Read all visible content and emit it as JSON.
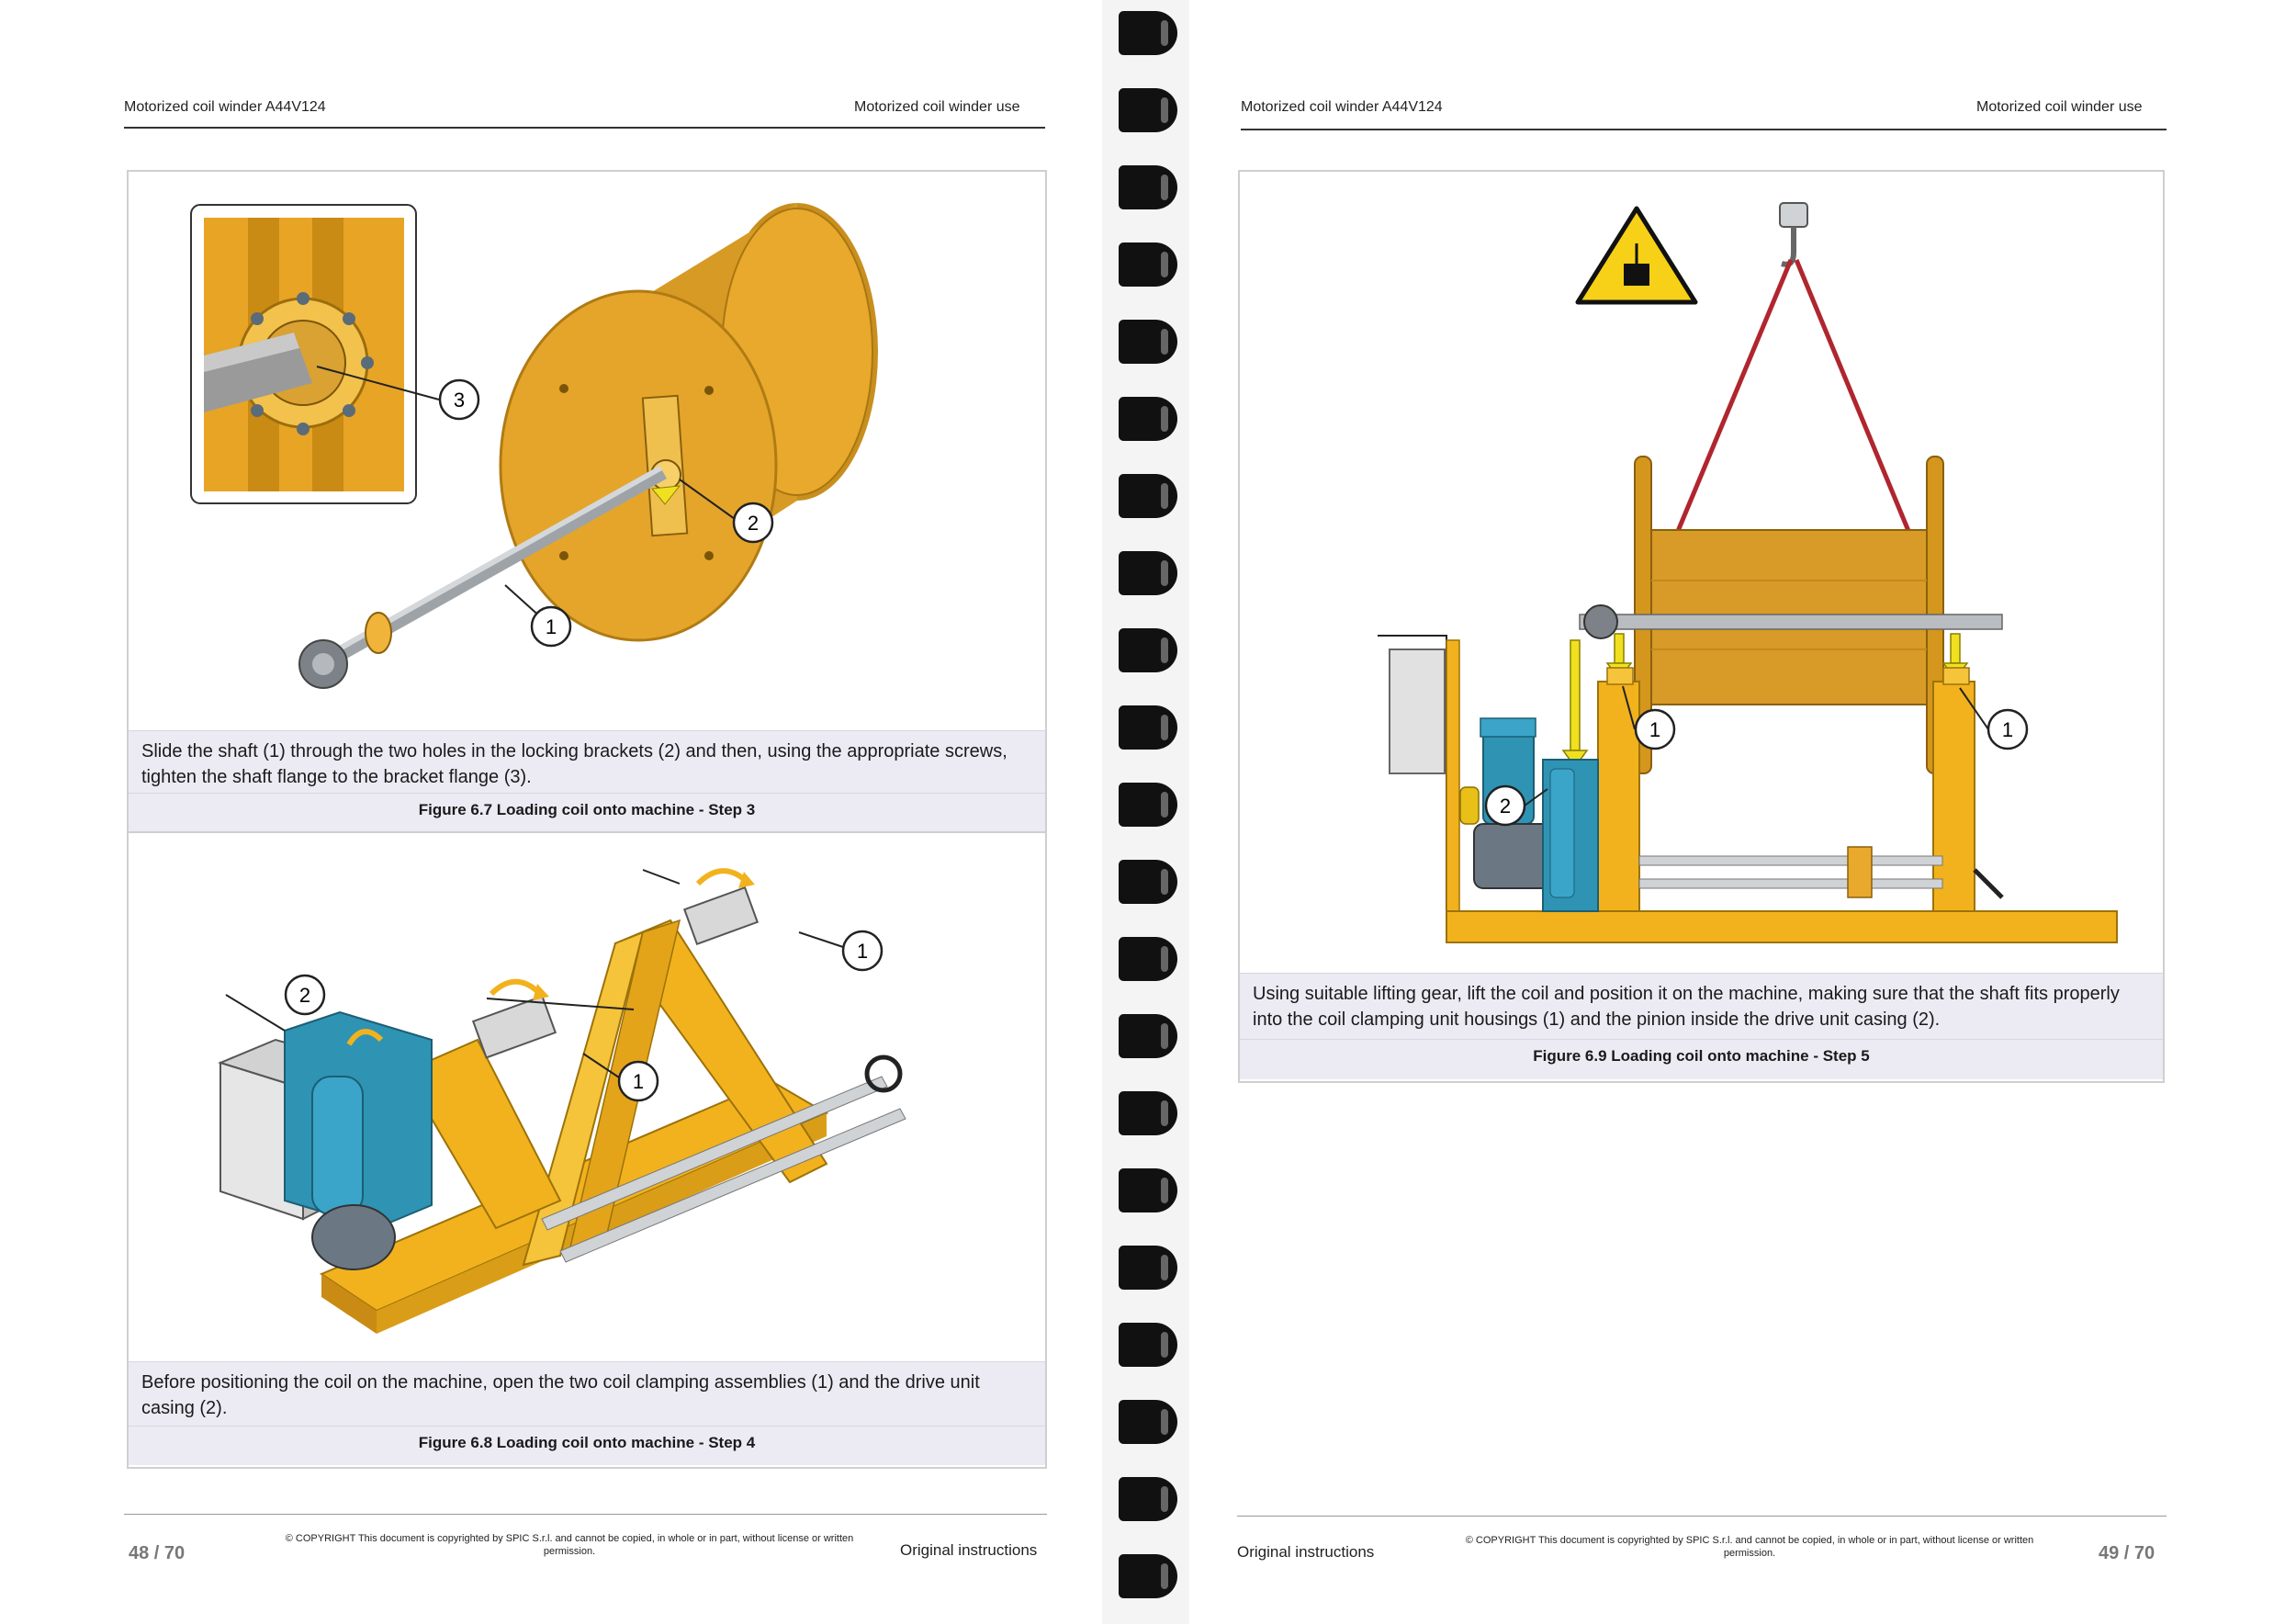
{
  "left_page": {
    "header_left": "Motorized coil winder A44V124",
    "header_right": "Motorized coil winder use",
    "figure_top": {
      "callouts": [
        "3",
        "2",
        "1"
      ],
      "caption": "Slide the shaft (1) through the two holes in the locking brackets (2) and then, using the appropriate screws, tighten the shaft flange to the bracket flange (3).",
      "label": "Figure 6.7  Loading coil onto machine - Step 3"
    },
    "figure_bottom": {
      "callouts": [
        "2",
        "1",
        "1"
      ],
      "caption": "Before positioning the coil on the machine, open the two coil clamping assemblies (1) and the drive unit casing (2).",
      "label": "Figure 6.8  Loading coil onto machine - Step 4"
    },
    "page_number": "48 / 70",
    "copyright": "© COPYRIGHT This document is copyrighted by SPIC S.r.l. and cannot be copied, in whole or in part, without license or written permission.",
    "footer_right": "Original instructions"
  },
  "right_page": {
    "header_left": "Motorized coil winder A44V124",
    "header_right": "Motorized coil winder use",
    "figure": {
      "callouts": [
        "1",
        "1",
        "2"
      ],
      "caption": "Using suitable lifting gear, lift the coil and position it on the machine, making sure that the shaft fits properly into the coil clamping unit housings (1) and the pinion inside the drive unit casing (2).",
      "label": "Figure 6.9  Loading coil onto machine - Step 5"
    },
    "footer_left": "Original instructions",
    "copyright": "© COPYRIGHT This document is copyrighted by SPIC S.r.l. and cannot be copied, in whole or in part, without license or written permission.",
    "page_number": "49 / 70"
  },
  "colors": {
    "machine_yellow": "#f2b21e",
    "reel_orange": "#e0a12a",
    "motor_teal": "#2f93b4",
    "lifting_strap": "#b0262e",
    "caption_band": "#ecebf4",
    "warning_yellow": "#f7d117"
  }
}
